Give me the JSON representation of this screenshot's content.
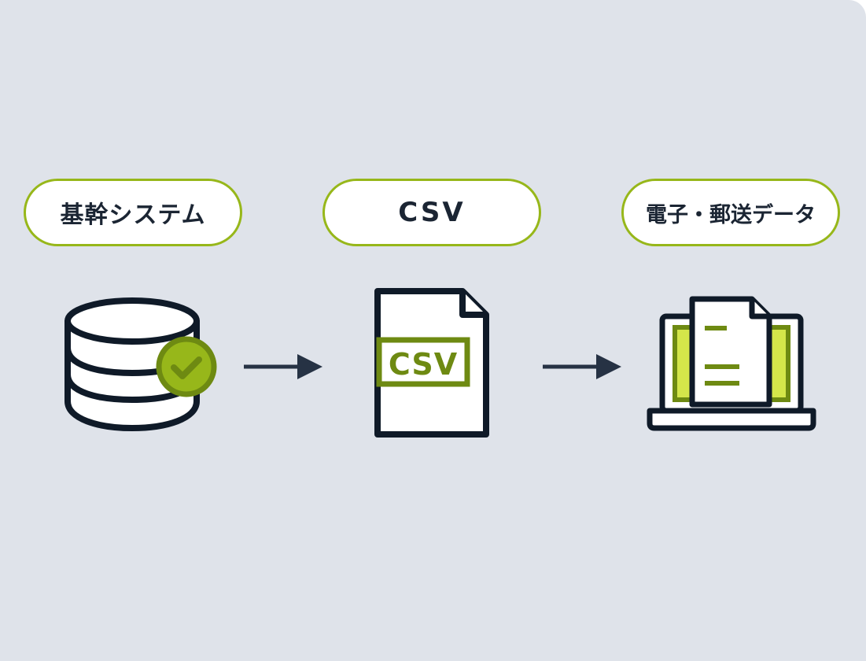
{
  "steps": [
    {
      "label": "基幹システム",
      "icon": "database-check-icon"
    },
    {
      "label": "CSV",
      "icon": "csv-file-icon"
    },
    {
      "label": "電子・郵送データ",
      "icon": "laptop-document-icon"
    }
  ],
  "csv_file": {
    "label": "CSV"
  },
  "colors": {
    "background": "#dfe3ea",
    "accent": "#97b71a",
    "accent_dark": "#6e8a12",
    "accent_light": "#d4e64a",
    "stroke": "#0f1a28",
    "text": "#1b2533",
    "arrow": "#263244"
  }
}
